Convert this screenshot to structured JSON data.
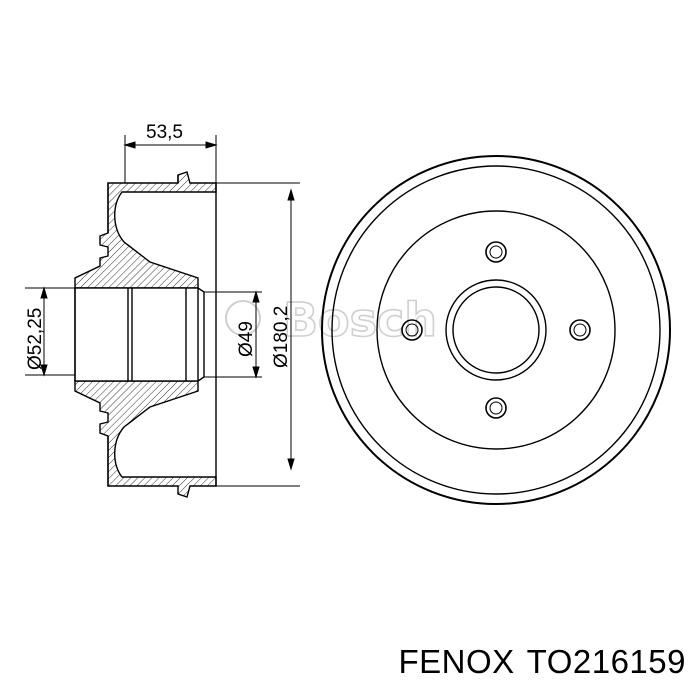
{
  "diagram": {
    "dimensions": {
      "drum_width": "53,5",
      "hub_bore": "Ø52,25",
      "centering_bore": "Ø49",
      "drum_diameter": "Ø180,2"
    },
    "watermark": "Bosch"
  },
  "caption": {
    "brand": "FENOX",
    "part_number": "TO216159"
  },
  "colors": {
    "line": "#000000",
    "watermark": "#cfcfcf"
  }
}
